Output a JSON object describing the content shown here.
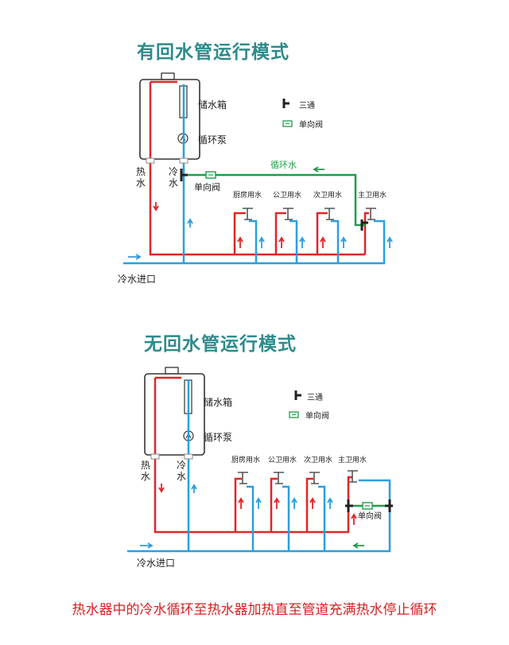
{
  "top": {
    "title": "有回水管运行模式",
    "tank_label": "储水箱",
    "pump_label": "循环泵",
    "hot_label": [
      "热",
      "水"
    ],
    "cold_label": [
      "冷",
      "水"
    ],
    "legend_tee": "三通",
    "legend_valve": "单向阀",
    "circ_label": "循环水",
    "check_valve_label": "单向阀",
    "inlet_label": "冷水进口",
    "taps": [
      "厨房用水",
      "公卫用水",
      "次卫用水",
      "主卫用水"
    ]
  },
  "bottom": {
    "title": "无回水管运行模式",
    "tank_label": "储水箱",
    "pump_label": "循环泵",
    "hot_label": [
      "热",
      "水"
    ],
    "cold_label": [
      "冷",
      "水"
    ],
    "legend_tee": "三通",
    "legend_valve": "单向阀",
    "check_valve_label": "单向阀",
    "inlet_label": "冷水进口",
    "taps": [
      "厨房用水",
      "公卫用水",
      "次卫用水",
      "主卫用水"
    ]
  },
  "caption": "热水器中的冷水循环至热水器加热直至管道充满热水停止循环",
  "colors": {
    "hot": "#e02626",
    "cold": "#2a9fe0",
    "recirc": "#1c9e49",
    "title": "#2e8b8b",
    "caption": "#d62020"
  }
}
